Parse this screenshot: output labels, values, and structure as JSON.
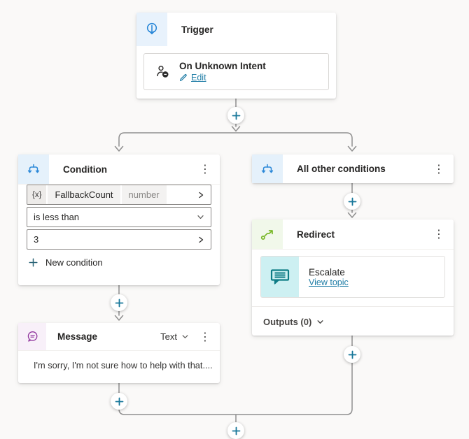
{
  "colors": {
    "canvas_bg": "#faf9f8",
    "connector": "#8f8f8f",
    "plus_accent": "#17779a",
    "link": "#1f7da6",
    "trigger_accent": "#2b88d8",
    "trigger_tile": "#e8f2fc",
    "condition_accent": "#2b88d8",
    "condition_tile": "#e5f1fb",
    "message_accent": "#8f339c",
    "message_tile": "#f8f0f9",
    "redirect_accent": "#79b829",
    "redirect_tile": "#f1f8ea",
    "escalate_accent": "#0e7c86",
    "escalate_tile": "#cdf0f2"
  },
  "icons": {
    "kebab": "⋮"
  },
  "trigger": {
    "title": "Trigger",
    "item_title": "On Unknown Intent",
    "edit_label": "Edit"
  },
  "condition": {
    "title": "Condition",
    "variable_token": "{x}",
    "variable_name": "FallbackCount",
    "variable_type": "number",
    "operator": "is less than",
    "value": "3",
    "new_condition_label": "New condition"
  },
  "all_other": {
    "title": "All other conditions"
  },
  "redirect": {
    "title": "Redirect",
    "topic_title": "Escalate",
    "topic_link": "View topic",
    "outputs_label": "Outputs (0)"
  },
  "message": {
    "title": "Message",
    "mode": "Text",
    "body": "I'm sorry, I'm not sure how to help with that...."
  }
}
